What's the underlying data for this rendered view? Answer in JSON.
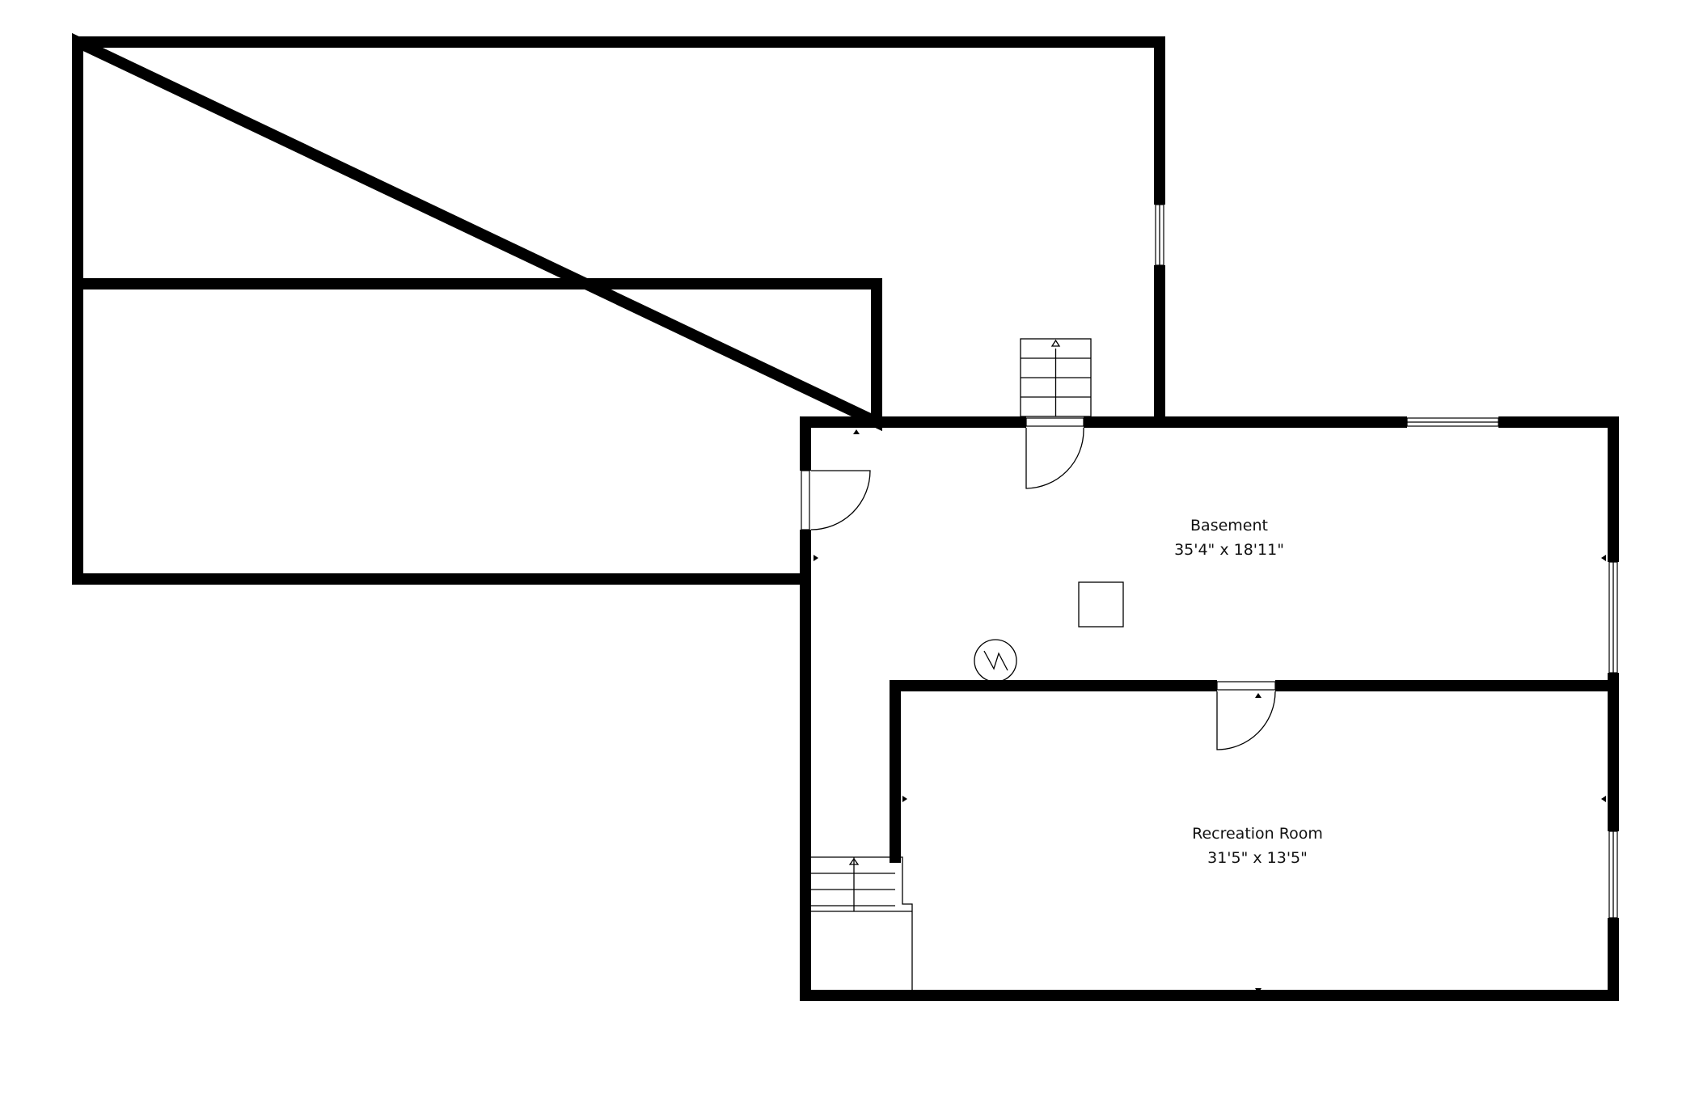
{
  "rooms": [
    {
      "name": "Basement",
      "dimensions": "35'4\" x 18'11\""
    },
    {
      "name": "Recreation Room",
      "dimensions": "31'5\" x 13'5\""
    }
  ],
  "icons": {
    "stairs": "stairs-up-arrow",
    "door": "door-swing-arc",
    "window": "window-pane",
    "utility": "water-heater-circle",
    "post": "support-column-square"
  },
  "colors": {
    "wall": "#000000",
    "background": "#ffffff",
    "text": "#111111"
  }
}
